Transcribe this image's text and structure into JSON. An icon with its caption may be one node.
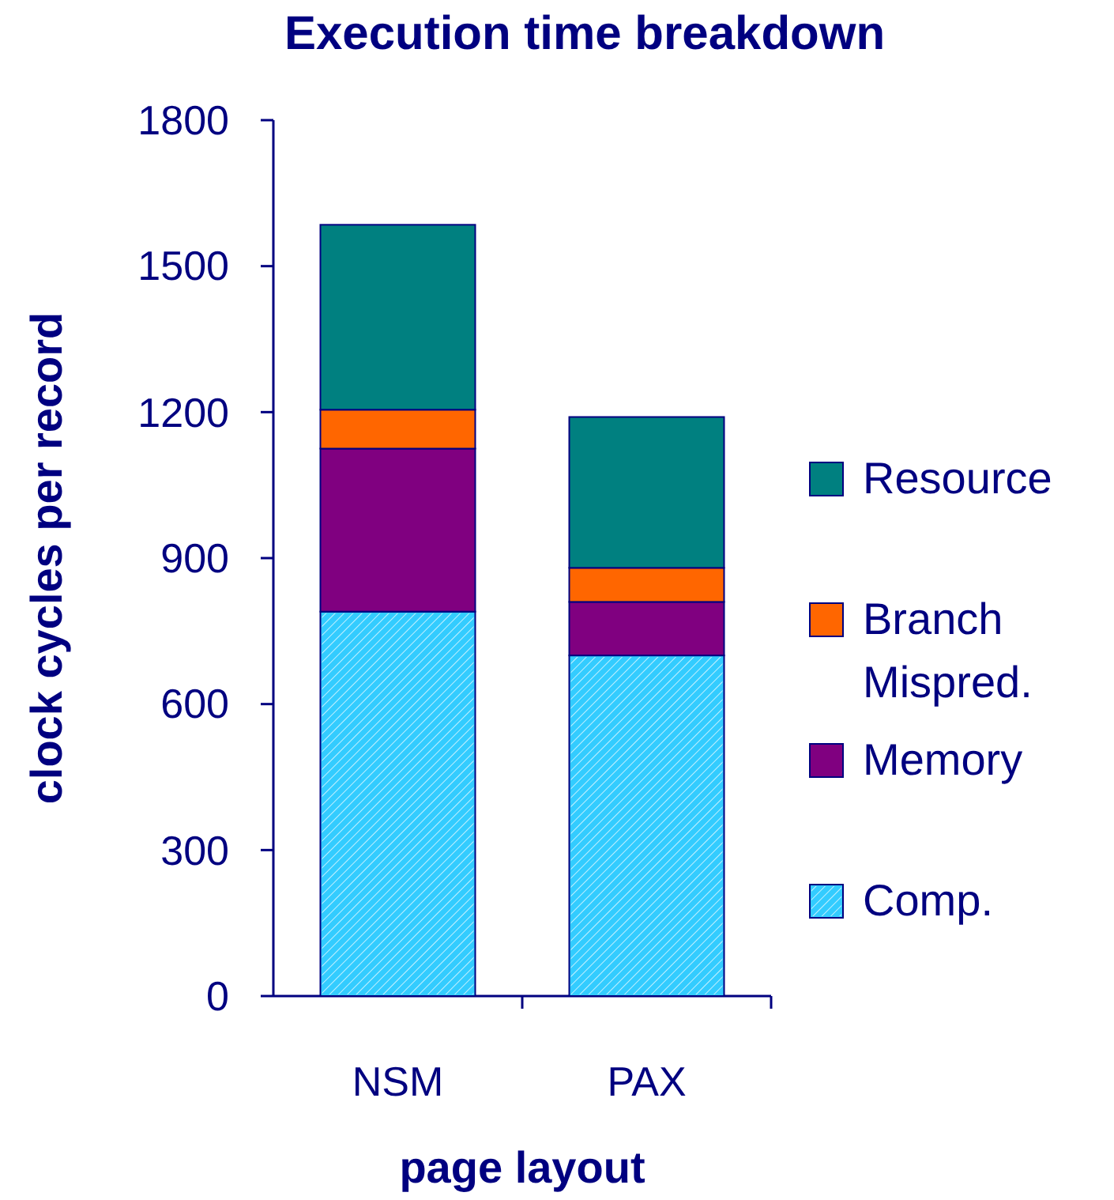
{
  "diagram": {
    "chart_data": {
      "type": "bar",
      "stacked": true,
      "title": "Execution time breakdown",
      "xlabel": "page layout",
      "ylabel": "clock cycles per record",
      "categories": [
        "NSM",
        "PAX"
      ],
      "series": [
        {
          "name": "Comp.",
          "color": "#33ccff",
          "values": [
            790,
            700
          ]
        },
        {
          "name": "Memory",
          "color": "#800080",
          "values": [
            335,
            110
          ]
        },
        {
          "name": "Branch Mispred.",
          "color": "#ff6600",
          "values": [
            80,
            70
          ]
        },
        {
          "name": "Resource",
          "color": "#008080",
          "values": [
            380,
            310
          ]
        }
      ],
      "legend": true,
      "ylim": [
        0,
        1800
      ],
      "yticks": [
        0,
        300,
        600,
        900,
        1200,
        1500,
        1800
      ]
    }
  }
}
